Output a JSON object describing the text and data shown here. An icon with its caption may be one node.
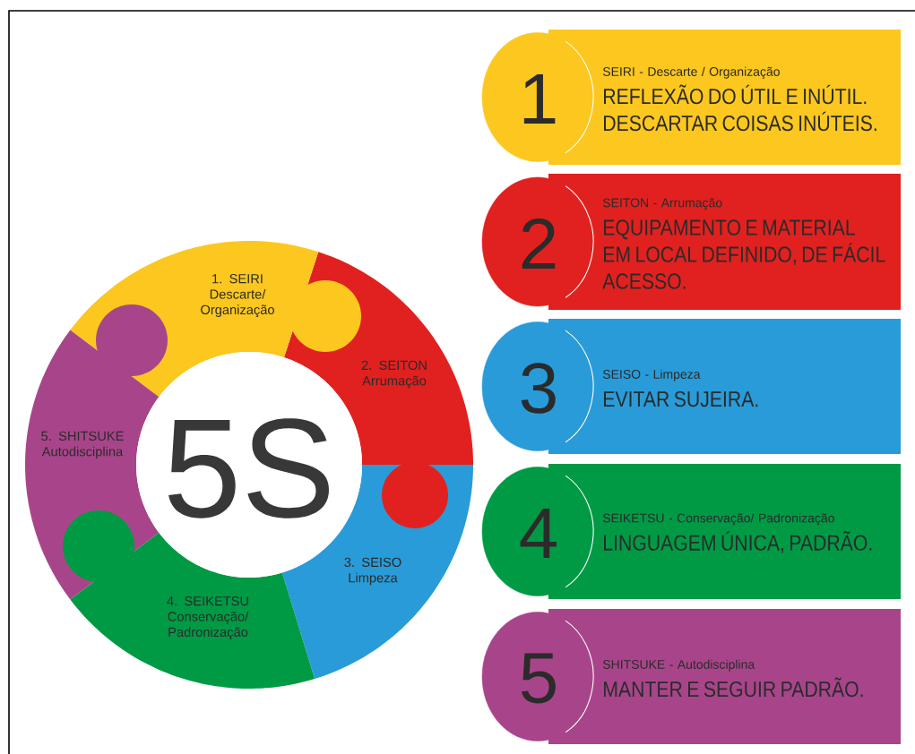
{
  "diagram": {
    "nodes": [
      {
        "text": [
          "1. SEIRI",
          "Descarte/ Organização"
        ]
      },
      {
        "text": [
          "2. SEITON",
          "Arrumação"
        ]
      },
      {
        "text": [
          "3. SEISO",
          "Limpeza"
        ]
      },
      {
        "text": [
          "4. SEIKETSU",
          "Conservação/ Padronização"
        ]
      },
      {
        "text": [
          "5. SHITSUKE",
          "Autodisciplina"
        ]
      },
      {
        "text": [
          "5S"
        ]
      },
      {
        "text": [
          "1",
          "SEIRI - Descarte / Organização",
          "REFLEXÃO DO ÚTIL E INÚTIL. DESCARTAR COISAS INÚTEIS."
        ]
      },
      {
        "text": [
          "2",
          "SEITON - Arrumação",
          "EQUIPAMENTO E MATERIAL EM LOCAL DEFINIDO, DE FÁCIL ACESSO."
        ]
      },
      {
        "text": [
          "3",
          "SEISO - Limpeza",
          "EVITAR SUJEIRA."
        ]
      },
      {
        "text": [
          "4",
          "SEIKETSU - Conservação/ Padronização",
          "LINGUAGEM ÚNICA, PADRÃO."
        ]
      },
      {
        "text": [
          "5",
          "SHITSUKE - Autodisciplina",
          "MANTER E SEGUIR PADRÃO."
        ]
      }
    ]
  }
}
